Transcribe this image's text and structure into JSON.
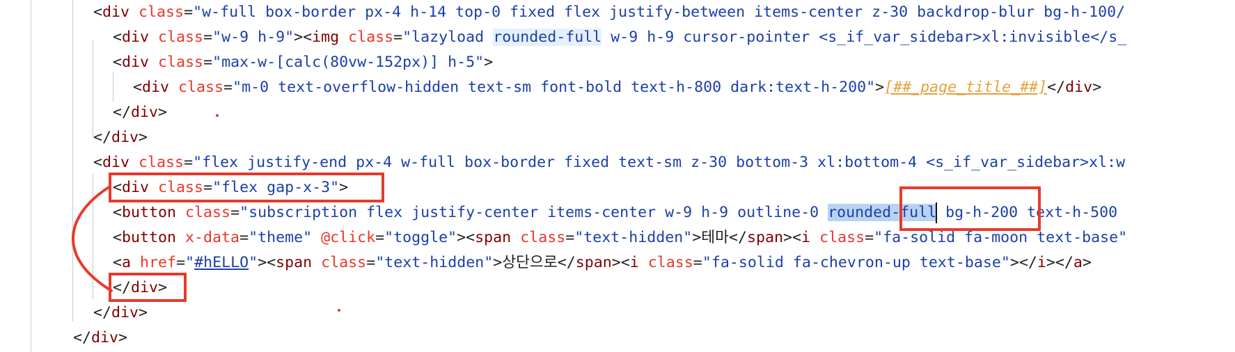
{
  "lines": [
    {
      "tokens": [
        {
          "text": "<",
          "cls": "punc"
        },
        {
          "text": "div",
          "cls": "tag"
        },
        {
          "text": " ",
          "cls": "text"
        },
        {
          "text": "class",
          "cls": "attr"
        },
        {
          "text": "=",
          "cls": "punc"
        },
        {
          "text": "\"w-full box-border px-4 h-14 top-0 fixed flex justify-between items-center z-30 backdrop-blur bg-h-100/",
          "cls": "str"
        }
      ]
    },
    {
      "tokens": [
        {
          "text": "<",
          "cls": "punc"
        },
        {
          "text": "div",
          "cls": "tag"
        },
        {
          "text": " ",
          "cls": "text"
        },
        {
          "text": "class",
          "cls": "attr"
        },
        {
          "text": "=",
          "cls": "punc"
        },
        {
          "text": "\"w-9 h-9\"",
          "cls": "str"
        },
        {
          "text": "><",
          "cls": "punc"
        },
        {
          "text": "img",
          "cls": "tag"
        },
        {
          "text": " ",
          "cls": "text"
        },
        {
          "text": "class",
          "cls": "attr"
        },
        {
          "text": "=",
          "cls": "punc"
        },
        {
          "text": "\"lazyload ",
          "cls": "str"
        },
        {
          "text": "rounded-full",
          "cls": "str",
          "hl": "soft"
        },
        {
          "text": " w-9 h-9 cursor-pointer <s_if_var_sidebar>xl:invisible</s_",
          "cls": "str"
        }
      ]
    },
    {
      "tokens": [
        {
          "text": "<",
          "cls": "punc"
        },
        {
          "text": "div",
          "cls": "tag"
        },
        {
          "text": " ",
          "cls": "text"
        },
        {
          "text": "class",
          "cls": "attr"
        },
        {
          "text": "=",
          "cls": "punc"
        },
        {
          "text": "\"max-w-[calc(80vw-152px)] h-5\"",
          "cls": "str"
        },
        {
          "text": ">",
          "cls": "punc"
        }
      ]
    },
    {
      "tokens": [
        {
          "text": "<",
          "cls": "punc"
        },
        {
          "text": "div",
          "cls": "tag"
        },
        {
          "text": " ",
          "cls": "text"
        },
        {
          "text": "class",
          "cls": "attr"
        },
        {
          "text": "=",
          "cls": "punc"
        },
        {
          "text": "\"m-0 text-overflow-hidden text-sm font-bold text-h-800 dark:text-h-200\"",
          "cls": "str"
        },
        {
          "text": ">",
          "cls": "punc"
        },
        {
          "text": "[##_page_title_##]",
          "cls": "tpl"
        },
        {
          "text": "</",
          "cls": "punc"
        },
        {
          "text": "div",
          "cls": "tag"
        },
        {
          "text": ">",
          "cls": "punc"
        }
      ]
    },
    {
      "tokens": [
        {
          "text": "</",
          "cls": "punc"
        },
        {
          "text": "div",
          "cls": "tag"
        },
        {
          "text": ">",
          "cls": "punc"
        }
      ]
    },
    {
      "tokens": [
        {
          "text": "</",
          "cls": "punc"
        },
        {
          "text": "div",
          "cls": "tag"
        },
        {
          "text": ">",
          "cls": "punc"
        }
      ]
    },
    {
      "tokens": [
        {
          "text": "<",
          "cls": "punc"
        },
        {
          "text": "div",
          "cls": "tag"
        },
        {
          "text": " ",
          "cls": "text"
        },
        {
          "text": "class",
          "cls": "attr"
        },
        {
          "text": "=",
          "cls": "punc"
        },
        {
          "text": "\"flex justify-end px-4 w-full box-border fixed text-sm z-30 bottom-3 xl:bottom-4 <s_if_var_sidebar>xl:w",
          "cls": "str"
        }
      ]
    },
    {
      "tokens": [
        {
          "text": "<",
          "cls": "punc"
        },
        {
          "text": "div",
          "cls": "tag"
        },
        {
          "text": " ",
          "cls": "text"
        },
        {
          "text": "class",
          "cls": "attr"
        },
        {
          "text": "=",
          "cls": "punc"
        },
        {
          "text": "\"flex gap-x-3\"",
          "cls": "str"
        },
        {
          "text": ">",
          "cls": "punc"
        }
      ]
    },
    {
      "tokens": [
        {
          "text": "<",
          "cls": "punc"
        },
        {
          "text": "button",
          "cls": "tag"
        },
        {
          "text": " ",
          "cls": "text"
        },
        {
          "text": "class",
          "cls": "attr"
        },
        {
          "text": "=",
          "cls": "punc"
        },
        {
          "text": "\"subscription flex justify-center items-center w-9 h-9 outline-0 ",
          "cls": "str"
        },
        {
          "text": "rounded-full",
          "cls": "str",
          "hl": "sel",
          "caret": true
        },
        {
          "text": " bg-h-200 text-h-500",
          "cls": "str"
        }
      ]
    },
    {
      "tokens": [
        {
          "text": "<",
          "cls": "punc"
        },
        {
          "text": "button",
          "cls": "tag"
        },
        {
          "text": " ",
          "cls": "text"
        },
        {
          "text": "x-data",
          "cls": "attr"
        },
        {
          "text": "=",
          "cls": "punc"
        },
        {
          "text": "\"theme\"",
          "cls": "str"
        },
        {
          "text": " ",
          "cls": "text"
        },
        {
          "text": "@click",
          "cls": "attr"
        },
        {
          "text": "=",
          "cls": "punc"
        },
        {
          "text": "\"toggle\"",
          "cls": "str"
        },
        {
          "text": "><",
          "cls": "punc"
        },
        {
          "text": "span",
          "cls": "tag"
        },
        {
          "text": " ",
          "cls": "text"
        },
        {
          "text": "class",
          "cls": "attr"
        },
        {
          "text": "=",
          "cls": "punc"
        },
        {
          "text": "\"text-hidden\"",
          "cls": "str"
        },
        {
          "text": ">",
          "cls": "punc"
        },
        {
          "text": "테마",
          "cls": "text"
        },
        {
          "text": "</",
          "cls": "punc"
        },
        {
          "text": "span",
          "cls": "tag"
        },
        {
          "text": "><",
          "cls": "punc"
        },
        {
          "text": "i",
          "cls": "tag"
        },
        {
          "text": " ",
          "cls": "text"
        },
        {
          "text": "class",
          "cls": "attr"
        },
        {
          "text": "=",
          "cls": "punc"
        },
        {
          "text": "\"fa-solid fa-moon text-base\"",
          "cls": "str"
        }
      ]
    },
    {
      "tokens": [
        {
          "text": "<",
          "cls": "punc"
        },
        {
          "text": "a",
          "cls": "tag"
        },
        {
          "text": " ",
          "cls": "text"
        },
        {
          "text": "href",
          "cls": "attr"
        },
        {
          "text": "=",
          "cls": "punc"
        },
        {
          "text": "\"",
          "cls": "str"
        },
        {
          "text": "#hELLO",
          "cls": "str",
          "link": true
        },
        {
          "text": "\"",
          "cls": "str"
        },
        {
          "text": "><",
          "cls": "punc"
        },
        {
          "text": "span",
          "cls": "tag"
        },
        {
          "text": " ",
          "cls": "text"
        },
        {
          "text": "class",
          "cls": "attr"
        },
        {
          "text": "=",
          "cls": "punc"
        },
        {
          "text": "\"text-hidden\"",
          "cls": "str"
        },
        {
          "text": ">",
          "cls": "punc"
        },
        {
          "text": "상단으로",
          "cls": "text"
        },
        {
          "text": "</",
          "cls": "punc"
        },
        {
          "text": "span",
          "cls": "tag"
        },
        {
          "text": "><",
          "cls": "punc"
        },
        {
          "text": "i",
          "cls": "tag"
        },
        {
          "text": " ",
          "cls": "text"
        },
        {
          "text": "class",
          "cls": "attr"
        },
        {
          "text": "=",
          "cls": "punc"
        },
        {
          "text": "\"fa-solid fa-chevron-up text-base\"",
          "cls": "str"
        },
        {
          "text": "></",
          "cls": "punc"
        },
        {
          "text": "i",
          "cls": "tag"
        },
        {
          "text": "></",
          "cls": "punc"
        },
        {
          "text": "a",
          "cls": "tag"
        },
        {
          "text": ">",
          "cls": "punc"
        }
      ]
    },
    {
      "tokens": [
        {
          "text": "</",
          "cls": "punc"
        },
        {
          "text": "div",
          "cls": "tag"
        },
        {
          "text": ">",
          "cls": "punc"
        }
      ]
    },
    {
      "tokens": [
        {
          "text": "</",
          "cls": "punc"
        },
        {
          "text": "div",
          "cls": "tag"
        },
        {
          "text": ">",
          "cls": "punc"
        }
      ]
    },
    {
      "tokens": [
        {
          "text": "</",
          "cls": "punc"
        },
        {
          "text": "div",
          "cls": "tag"
        },
        {
          "text": ">",
          "cls": "punc"
        }
      ]
    }
  ],
  "annotation_color": "#e53b2c"
}
